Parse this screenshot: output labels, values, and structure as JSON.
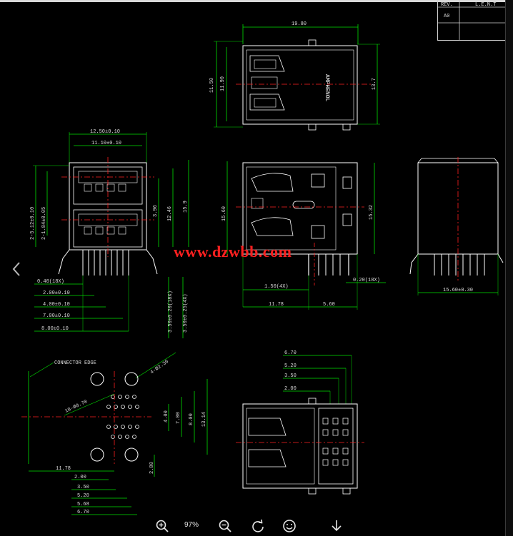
{
  "title_block": {
    "rev_label": "REV.",
    "rev_value": "A0",
    "corner_text": "L.E.N.T"
  },
  "watermark": "www.dzwbb.com",
  "labels": {
    "connector_edge": "CONNECTOR EDGE",
    "brand": "AMPHENOL"
  },
  "dims": {
    "top_width": "19.80",
    "top_h1": "11.50",
    "top_h2": "11.90",
    "top_right": "13.7",
    "front_w1": "12.50±0.10",
    "front_w2": "11.10±0.10",
    "front_v1": "2-5.12±0.10",
    "front_v2": "2-1.84±0.05",
    "front_v3": "3.96",
    "front_v4": "12.46",
    "front_v5": "15.9",
    "pitch_a": "3.50±0.20(18X)",
    "pitch_b": "3.50±0.25(4X)",
    "pin_w": "0.40(18X)",
    "pin_2": "2.00±0.10",
    "pin_4": "4.00±0.10",
    "pin_7": "7.00±0.10",
    "pin_8": "8.00±0.10",
    "side_h": "15.60",
    "side_r": "15.32",
    "side_a": "1.50(4X)",
    "side_b": "0.20(18X)",
    "side_c": "11.78",
    "side_d": "5.60",
    "right_w": "15.60±0.30",
    "fp_hole_a": "4-Ø2.30",
    "fp_hole_b": "18-Ø0.70",
    "fp_v1": "4.00",
    "fp_v2": "7.00",
    "fp_v3": "8.00",
    "fp_v4": "13.14",
    "fp_v5": "2.80",
    "fp_h0": "11.78",
    "fp_h1": "2.00",
    "fp_h2": "3.50",
    "fp_h3": "5.20",
    "fp_h4": "5.68",
    "fp_h5": "6.70",
    "bot_1": "6.70",
    "bot_2": "5.20",
    "bot_3": "3.50",
    "bot_4": "2.00"
  },
  "toolbar": {
    "zoom": "97%"
  },
  "colors": {
    "outline": "#ffffff",
    "dimension": "#00e000",
    "centerline": "#ff2020",
    "text": "#dcdcdc"
  }
}
